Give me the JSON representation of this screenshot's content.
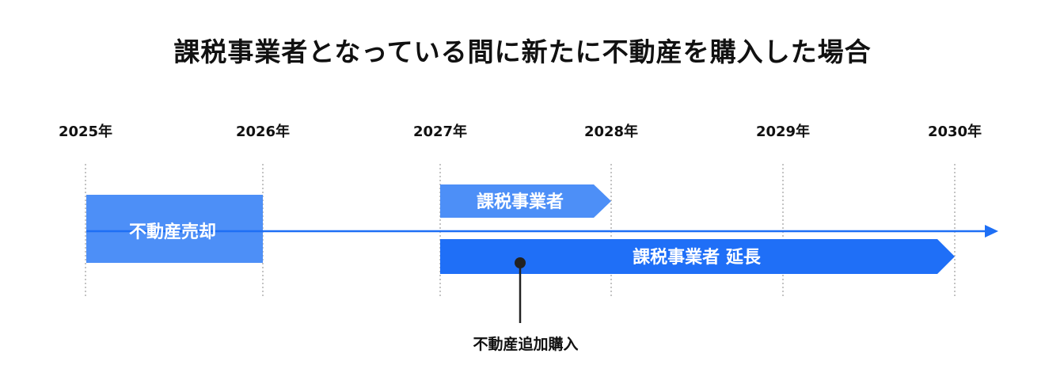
{
  "title": "課税事業者となっている間に新たに不動産を購入した場合",
  "years": [
    "2025年",
    "2026年",
    "2027年",
    "2028年",
    "2029年",
    "2030年"
  ],
  "bars": {
    "sale": "不動産売却",
    "taxable": "課税事業者",
    "extension": "課税事業者 延長"
  },
  "event": "不動産追加購入",
  "colors": {
    "timeline": "#1e6ff5",
    "bar_light": "#4d8ff7",
    "bar_dark": "#1f6ff7"
  }
}
